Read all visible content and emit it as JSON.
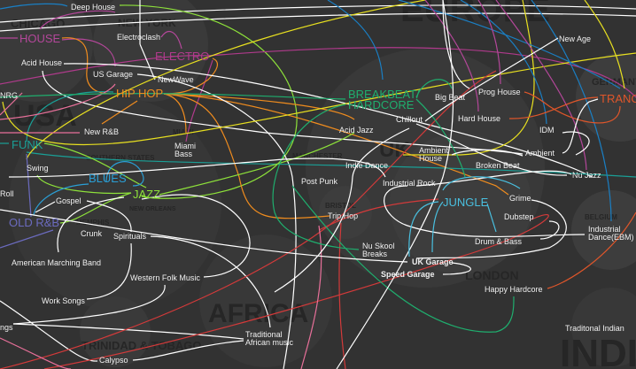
{
  "regions": {
    "chicago": "CHICAGO",
    "newyork": "NEW YORK",
    "usa": "USA",
    "europe": "EUROPE",
    "uk": "UK",
    "germany": "GERMANY",
    "manchester": "MANCHESTER",
    "london": "LONDON",
    "bristol": "BRISTOL",
    "belgium": "BELGIUM",
    "southern": "SOUTHERN STATES",
    "miami": "MIAMI",
    "memphis": "MEMPHIS",
    "neworleans": "NEW ORLEANS",
    "trinidad": "TRINIDAD & TOBAGO",
    "africa": "AFRICA",
    "india": "INDIA"
  },
  "genres": {
    "deep_house": "Deep House",
    "house": "HOUSE",
    "electroclash": "Electroclash",
    "electro": "ELECTRO",
    "acid_house": "Acid House",
    "us_garage": "US Garage",
    "newwave": "NewWave",
    "hiphop": "HIP HOP",
    "nrg": "NRG",
    "new_rnb": "New R&B",
    "funk": "FUNK",
    "miami_bass_1": "Miami",
    "miami_bass_2": "Bass",
    "swing": "Swing",
    "blues": "BLUES",
    "jazz": "JAZZ",
    "roll": "Roll",
    "gospel": "Gospel",
    "old_rnb": "OLD R&B",
    "crunk": "Crunk",
    "spirituals": "Spirituals",
    "marching_band": "American Marching Band",
    "western_folk": "Western Folk Music",
    "work_songs": "Work Songs",
    "songs_partial": "ngs",
    "african_1": "Traditional",
    "african_2": "African music",
    "calypso": "Calypso",
    "breakbeat_1": "BREAKBEAT/",
    "breakbeat_2": "HARDCORE",
    "big_beat": "Big Beat",
    "prog_house": "Prog House",
    "new_age": "New Age",
    "trance": "TRANCE",
    "chillout": "Chillout",
    "hard_house": "Hard House",
    "acid_jazz": "Acid Jazz",
    "idm": "IDM",
    "ambient_house_1": "Ambient",
    "ambient_house_2": "House",
    "ambient": "Ambient",
    "indie_dance": "Indie Dance",
    "broken_beat": "Broken Beat",
    "nu_jazz": "Nu Jazz",
    "post_punk": "Post Punk",
    "industrial_rock": "Industrial Rock",
    "jungle": "JUNGLE",
    "grime": "Grime",
    "trip_hop": "Trip Hop",
    "dubstep": "Dubstep",
    "drum_bass": "Drum & Bass",
    "ebm_1": "Industrial",
    "ebm_2": "Dance(EBM)",
    "nu_skool_1": "Nu Skool",
    "nu_skool_2": "Breaks",
    "uk_garage": "UK Garage",
    "speed_garage": "Speed Garage",
    "happy_hardcore": "Happy Hardcore",
    "indian": "Traditonal Indian"
  },
  "colors": {
    "house": "#b4479a",
    "electro": "#b03a8c",
    "hiphop": "#f08c1e",
    "funk": "#1a9f96",
    "blues": "#2a9fd6",
    "jazz": "#8ee23a",
    "old_rnb": "#6b6bbf",
    "breakbeat": "#1fae6e",
    "jungle": "#49c0e0",
    "trance": "#e0562a",
    "yellow": "#e8e020",
    "red": "#d33a3a",
    "blue": "#1a7fc4",
    "pink": "#e8709a"
  }
}
